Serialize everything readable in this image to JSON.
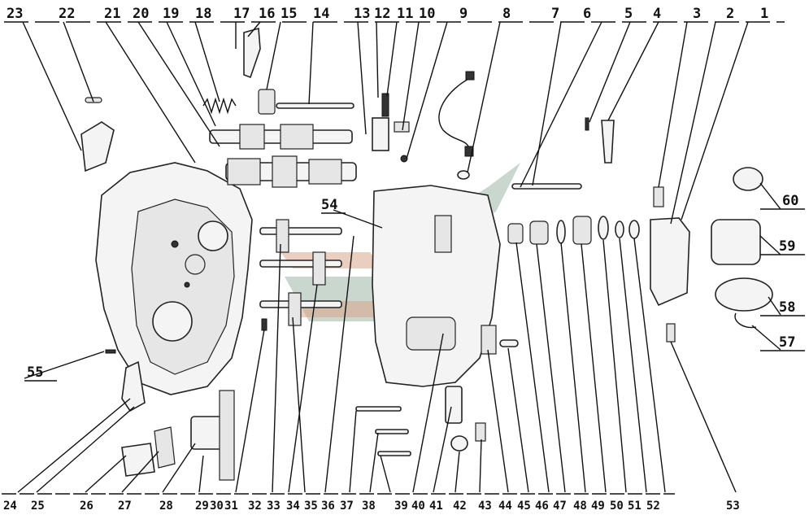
{
  "diagram": {
    "callouts_top": [
      "23",
      "22",
      "21",
      "20",
      "19",
      "18",
      "17",
      "16",
      "15",
      "14",
      "13",
      "12",
      "11",
      "10",
      "9",
      "8",
      "7",
      "6",
      "5",
      "4",
      "3",
      "2",
      "1"
    ],
    "callouts_right": [
      "60",
      "59",
      "58",
      "57"
    ],
    "callouts_left": [
      "55"
    ],
    "callouts_middle": [
      "54"
    ],
    "callouts_bottom": [
      "24",
      "25",
      "26",
      "27",
      "28",
      "29",
      "30",
      "31",
      "32",
      "33",
      "34",
      "35",
      "36",
      "37",
      "38",
      "39",
      "40",
      "41",
      "42",
      "43",
      "44",
      "45",
      "46",
      "47",
      "48",
      "49",
      "50",
      "51",
      "52",
      "53"
    ]
  }
}
